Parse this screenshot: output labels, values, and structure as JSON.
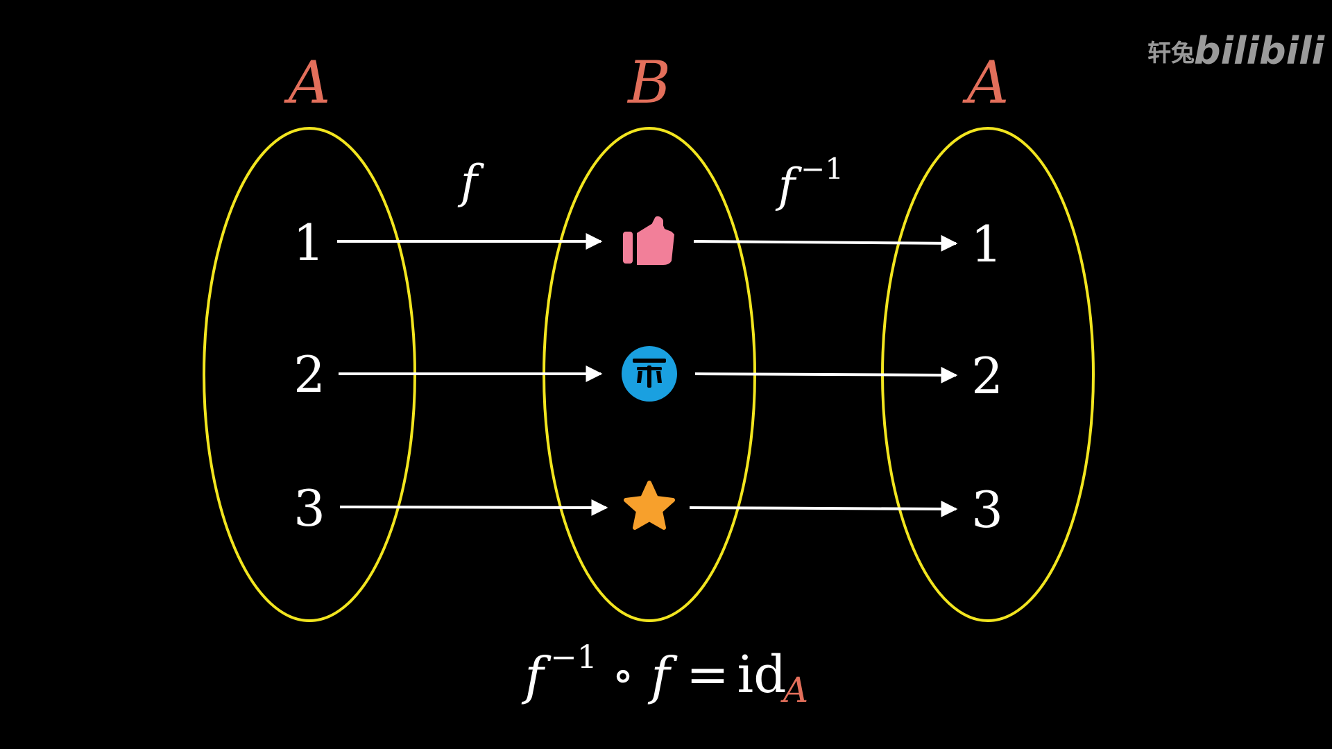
{
  "diagram": {
    "sets": [
      {
        "label": "A"
      },
      {
        "label": "B"
      },
      {
        "label": "A"
      }
    ],
    "domain_elements": [
      "1",
      "2",
      "3"
    ],
    "codomain_icons": [
      "thumbs-up-icon",
      "coin-icon",
      "star-icon"
    ],
    "result_elements": [
      "1",
      "2",
      "3"
    ],
    "map_forward": {
      "base": "f"
    },
    "map_inverse": {
      "base": "f",
      "exponent": "−1"
    }
  },
  "formula": {
    "f": "f",
    "inverse_exp": "−1",
    "compose": "∘",
    "f2": "f",
    "equals": "=",
    "id": "id",
    "subscript": "A"
  },
  "watermark": {
    "author": "轩兔",
    "brand": "bilibili"
  },
  "colors": {
    "background": "#000000",
    "set_outline": "#f2e51f",
    "set_label": "#e36f5b",
    "text": "#ffffff",
    "thumbs": "#f27f99",
    "coin": "#1aa0e0",
    "star": "#f7a02c",
    "watermark": "#9a9a9a"
  }
}
